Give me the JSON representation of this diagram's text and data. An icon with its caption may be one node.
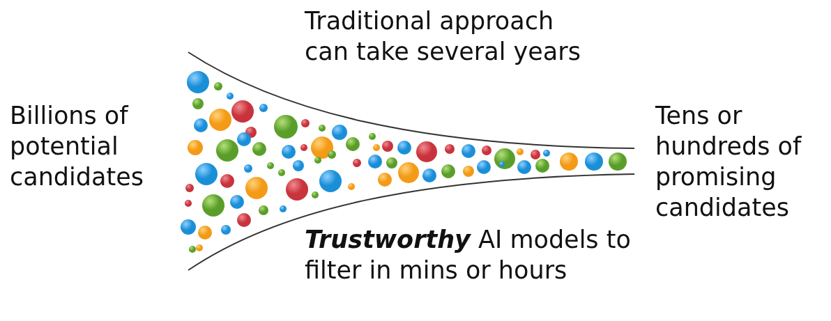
{
  "diagram": {
    "labels": [
      "Traditional approach can take several years",
      "Billions of potential candidates",
      "Tens or hundreds of promising candidates",
      "**Trustworthy** AI models to filter in mins or hours"
    ]
  }
}
